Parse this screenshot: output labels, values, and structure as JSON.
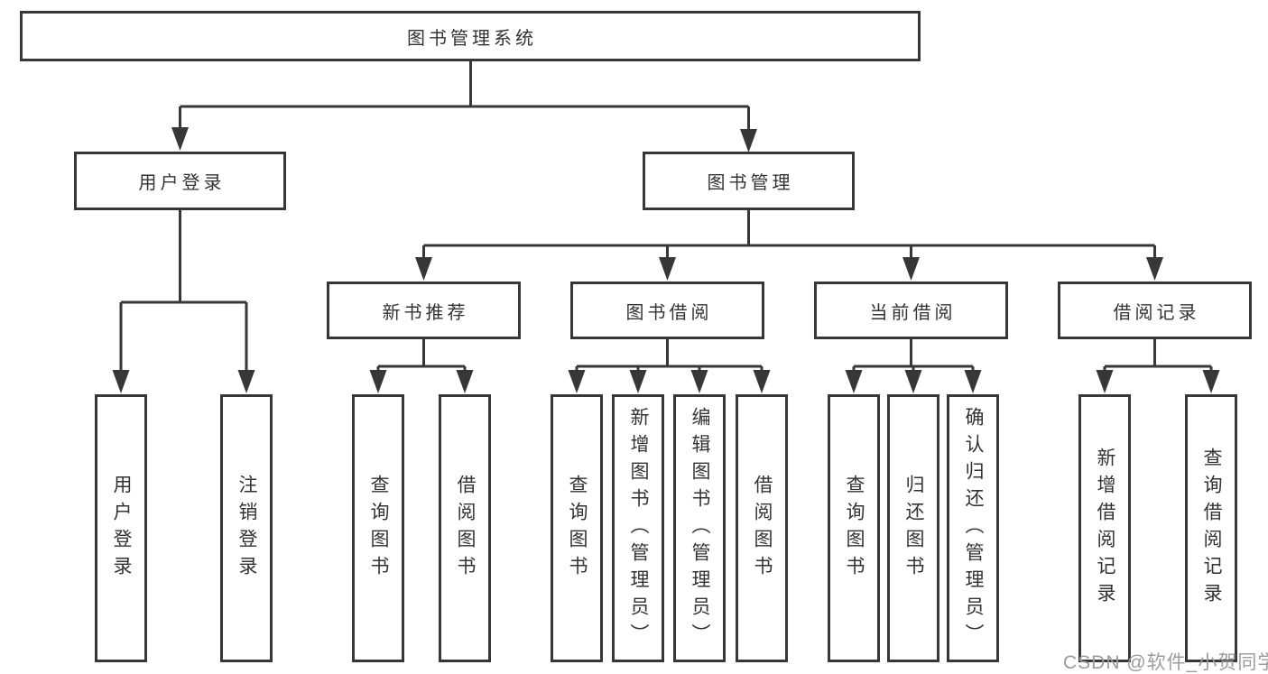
{
  "diagram": {
    "root": {
      "label": "图书管理系统"
    },
    "branches": [
      {
        "label": "用户登录",
        "leaves": [
          {
            "label": "用户登录"
          },
          {
            "label": "注销登录"
          }
        ]
      },
      {
        "label": "图书管理",
        "groups": [
          {
            "label": "新书推荐",
            "leaves": [
              {
                "label": "查询图书"
              },
              {
                "label": "借阅图书"
              }
            ]
          },
          {
            "label": "图书借阅",
            "leaves": [
              {
                "label": "查询图书"
              },
              {
                "label": "新增图书（管理员）"
              },
              {
                "label": "编辑图书（管理员）"
              },
              {
                "label": "借阅图书"
              }
            ]
          },
          {
            "label": "当前借阅",
            "leaves": [
              {
                "label": "查询图书"
              },
              {
                "label": "归还图书"
              },
              {
                "label": "确认归还（管理员）"
              }
            ]
          },
          {
            "label": "借阅记录",
            "leaves": [
              {
                "label": "新增借阅记录"
              },
              {
                "label": "查询借阅记录"
              }
            ]
          }
        ]
      }
    ]
  },
  "watermark": {
    "text": "CSDN @软件_小贺同学"
  },
  "colors": {
    "line": "#373737",
    "text": "#333333",
    "watermark": "#9c9c9c",
    "background": "#ffffff"
  }
}
